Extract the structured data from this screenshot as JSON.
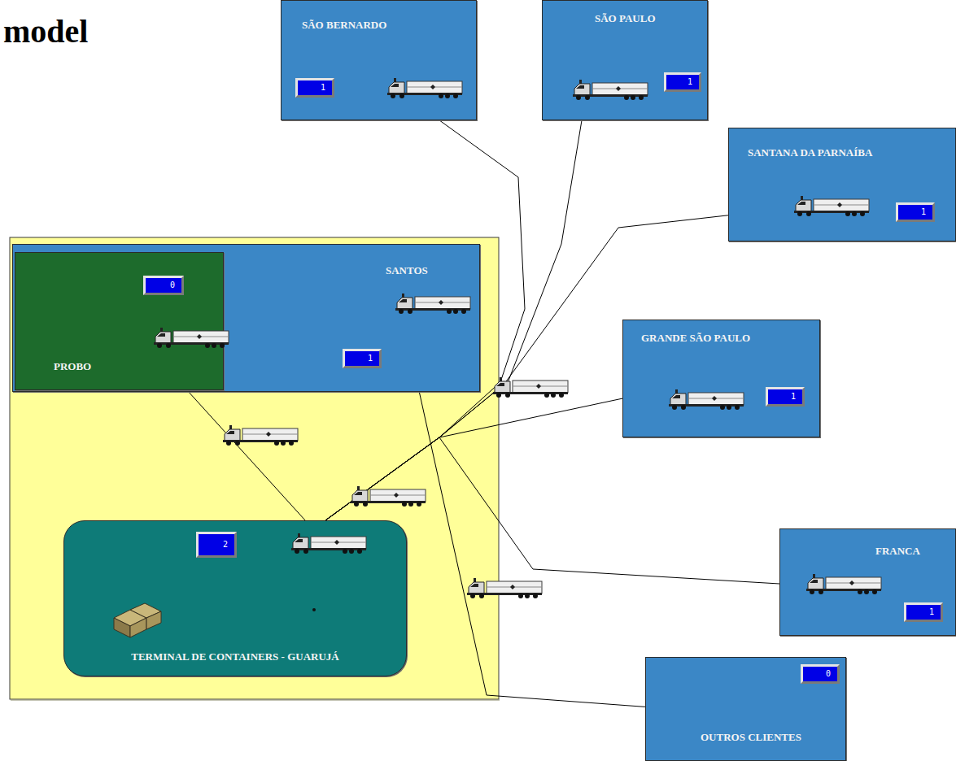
{
  "diagram": {
    "title": "model",
    "nodes": [
      {
        "text": [
          "SÃO BERNARDO",
          "1"
        ]
      },
      {
        "text": [
          "SÃO PAULO",
          "1"
        ]
      },
      {
        "text": [
          "SANTANA DA PARNAÍBA",
          "1"
        ]
      },
      {
        "text": [
          "SANTOS",
          "1"
        ]
      },
      {
        "text": [
          "PROBO",
          "0"
        ],
        "in": 3
      },
      {
        "text": [
          "GRANDE SÃO PAULO",
          "1"
        ]
      },
      {
        "text": [
          "TERMINAL DE CONTAINERS - GUARUJÁ",
          "2"
        ]
      },
      {
        "text": [
          "FRANCA",
          "1"
        ]
      },
      {
        "text": [
          "OUTROS CLIENTES",
          "0"
        ]
      }
    ],
    "edges": [
      {
        "from": 6,
        "to": 0,
        "arrow": "none"
      },
      {
        "from": 6,
        "to": 1,
        "arrow": "none"
      },
      {
        "from": 6,
        "to": 2,
        "arrow": "none"
      },
      {
        "from": 6,
        "to": 5,
        "arrow": "none"
      },
      {
        "from": 6,
        "to": 7,
        "arrow": "none"
      },
      {
        "from": 4,
        "to": 6,
        "arrow": "none"
      },
      {
        "from": 3,
        "to": 8,
        "arrow": "none"
      }
    ]
  }
}
